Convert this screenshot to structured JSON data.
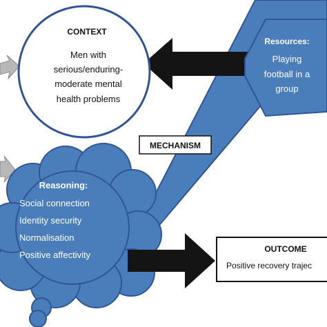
{
  "context": {
    "title": "CONTEXT",
    "lines": [
      "Men with",
      "serious/enduring-",
      "moderate mental",
      "health problems"
    ]
  },
  "resources": {
    "title": "Resources:",
    "lines": [
      "Playing",
      "football in a",
      "group"
    ]
  },
  "mechanism": {
    "label": "MECHANISM"
  },
  "reasoning": {
    "title": "Reasoning:",
    "items": [
      "Social connection",
      "Identity security",
      "Normalisation",
      "Positive affectivity"
    ]
  },
  "outcome": {
    "title": "OUTCOME",
    "text": "Positive recovery trajec"
  },
  "colors": {
    "blue_fill": "#4a7ebb",
    "blue_stroke": "#2f5597",
    "arrow": "#141414",
    "grey_arrow": "#b8b8b8",
    "text_white": "#ffffff",
    "text_dark": "#111111"
  }
}
